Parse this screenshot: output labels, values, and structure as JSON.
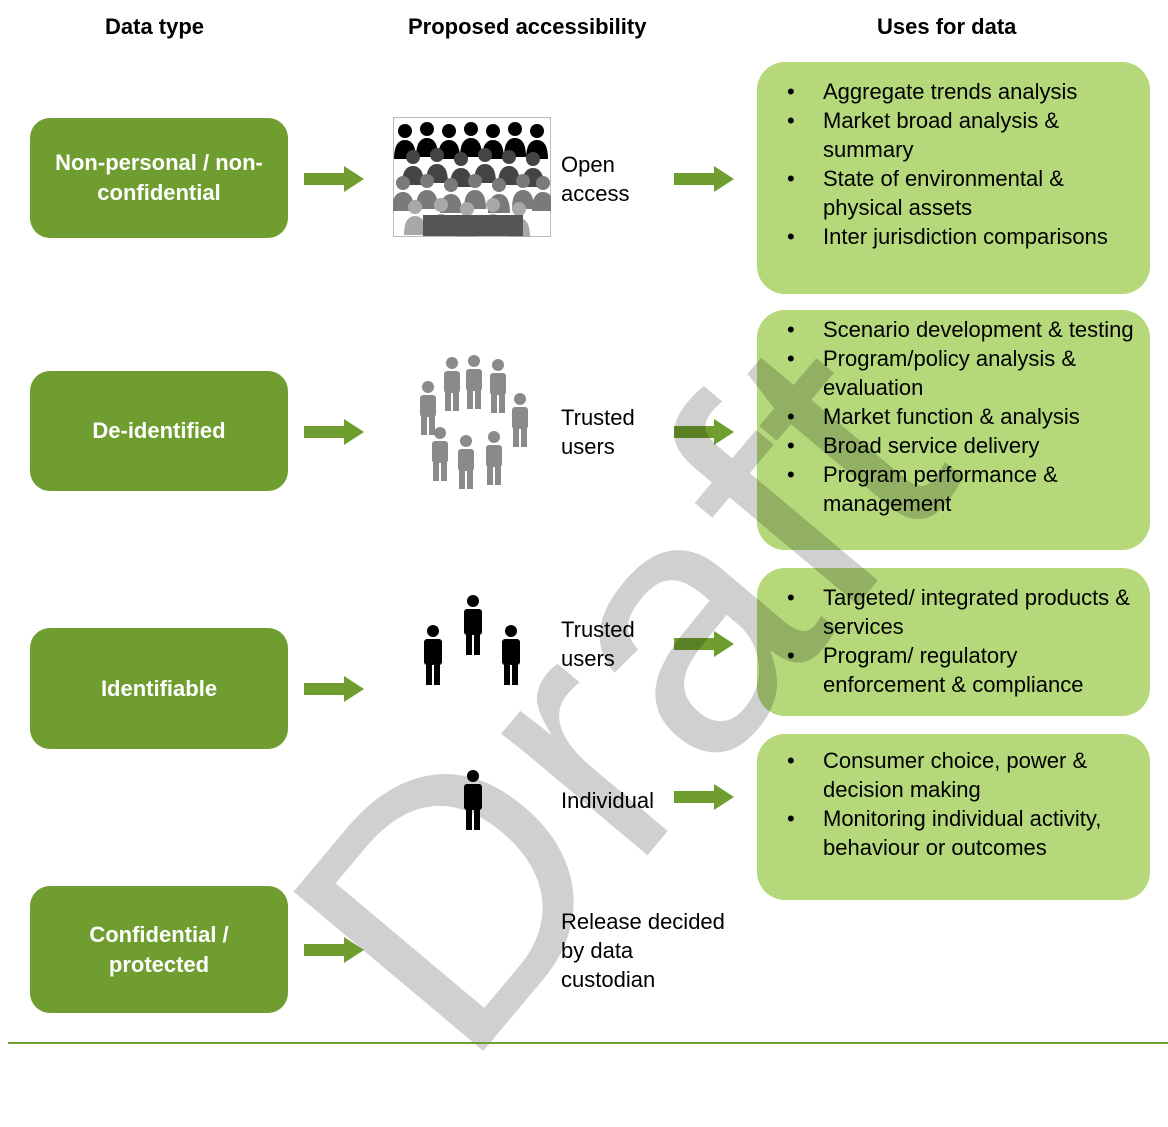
{
  "headers": {
    "data_type": "Data type",
    "accessibility": "Proposed accessibility",
    "uses": "Uses for data"
  },
  "data_types": [
    {
      "label": "Non-personal / non-confidential"
    },
    {
      "label": "De-identified"
    },
    {
      "label": "Identifiable"
    },
    {
      "label": "Confidential / protected"
    }
  ],
  "access": [
    {
      "label": "Open access",
      "icon": "crowd-icon"
    },
    {
      "label": "Trusted users",
      "icon": "grey-people-icon"
    },
    {
      "label": "Trusted users",
      "icon": "three-people-icon"
    },
    {
      "label": "Individual",
      "icon": "person-icon"
    },
    {
      "label": "Release decided by data custodian"
    }
  ],
  "uses": [
    [
      "Aggregate trends analysis",
      "Market broad analysis & summary",
      "State of environmental & physical assets",
      "Inter jurisdiction comparisons"
    ],
    [
      "Scenario development & testing",
      "Program/policy analysis & evaluation",
      "Market function & analysis",
      "Broad service delivery",
      "Program performance & management"
    ],
    [
      "Targeted/ integrated products & services",
      "Program/ regulatory enforcement & compliance"
    ],
    [
      "Consumer choice, power & decision making",
      "Monitoring individual activity,  behaviour or outcomes"
    ]
  ],
  "watermark": "Draft",
  "colors": {
    "dark_green": "#6f9d2f",
    "light_green": "#b4d87a",
    "grey_person": "#8a8a8a"
  }
}
